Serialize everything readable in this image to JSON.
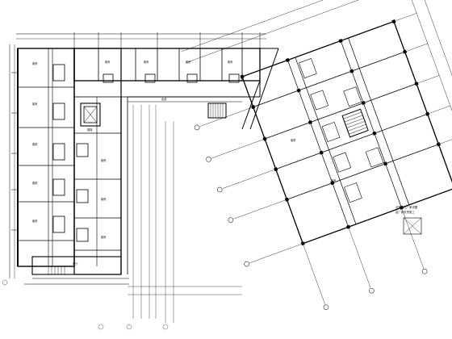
{
  "drawing": {
    "type": "architectural-floor-plan",
    "line_color": "#000000",
    "background": "#ffffff",
    "labels": {
      "room_a": "客房",
      "room_b": "客房",
      "room_c": "客房",
      "room_d": "客房",
      "room_e": "客房",
      "room_f": "客房",
      "room_g": "客房",
      "room_h": "客房",
      "room_i": "客房",
      "room_j": "客房",
      "room_k": "客房",
      "room_l": "客房",
      "room_m": "客房",
      "room_n": "客房",
      "stair": "楼梯",
      "corridor": "走道",
      "lobby": "前厅",
      "note_line1": "此处参见厂家详图",
      "note_line2": "由厂家负责施工"
    }
  }
}
